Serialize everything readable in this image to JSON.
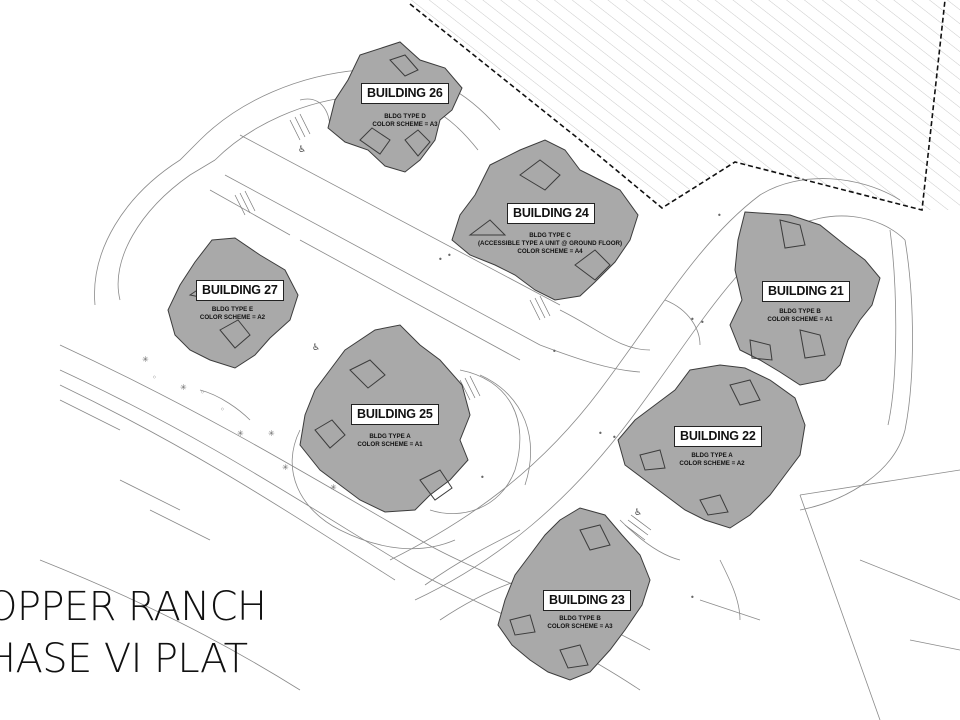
{
  "plat": {
    "title_line1": "OPPER RANCH",
    "title_line2": "HASE VI PLAT"
  },
  "colors": {
    "building_fill": "#a9a9a9",
    "building_stroke": "#3c3c3c",
    "line": "#7a7a7a",
    "hatch": "#b8b8b8",
    "boundary": "#111111"
  },
  "buildings": [
    {
      "id": "b26",
      "label": "BUILDING 26",
      "lines": [
        "BLDG TYPE D",
        "COLOR SCHEME = A3"
      ]
    },
    {
      "id": "b24",
      "label": "BUILDING 24",
      "lines": [
        "BLDG TYPE C",
        "(ACCESSIBLE TYPE A UNIT @ GROUND FLOOR)",
        "COLOR SCHEME = A4"
      ]
    },
    {
      "id": "b27",
      "label": "BUILDING 27",
      "lines": [
        "BLDG TYPE E",
        "COLOR SCHEME = A2"
      ]
    },
    {
      "id": "b25",
      "label": "BUILDING 25",
      "lines": [
        "BLDG TYPE A",
        "COLOR SCHEME = A1"
      ]
    },
    {
      "id": "b21",
      "label": "BUILDING 21",
      "lines": [
        "BLDG TYPE B",
        "COLOR SCHEME = A1"
      ]
    },
    {
      "id": "b22",
      "label": "BUILDING 22",
      "lines": [
        "BLDG TYPE A",
        "COLOR SCHEME = A2"
      ]
    },
    {
      "id": "b23",
      "label": "BUILDING 23",
      "lines": [
        "BLDG TYPE B",
        "COLOR SCHEME = A3"
      ]
    }
  ]
}
